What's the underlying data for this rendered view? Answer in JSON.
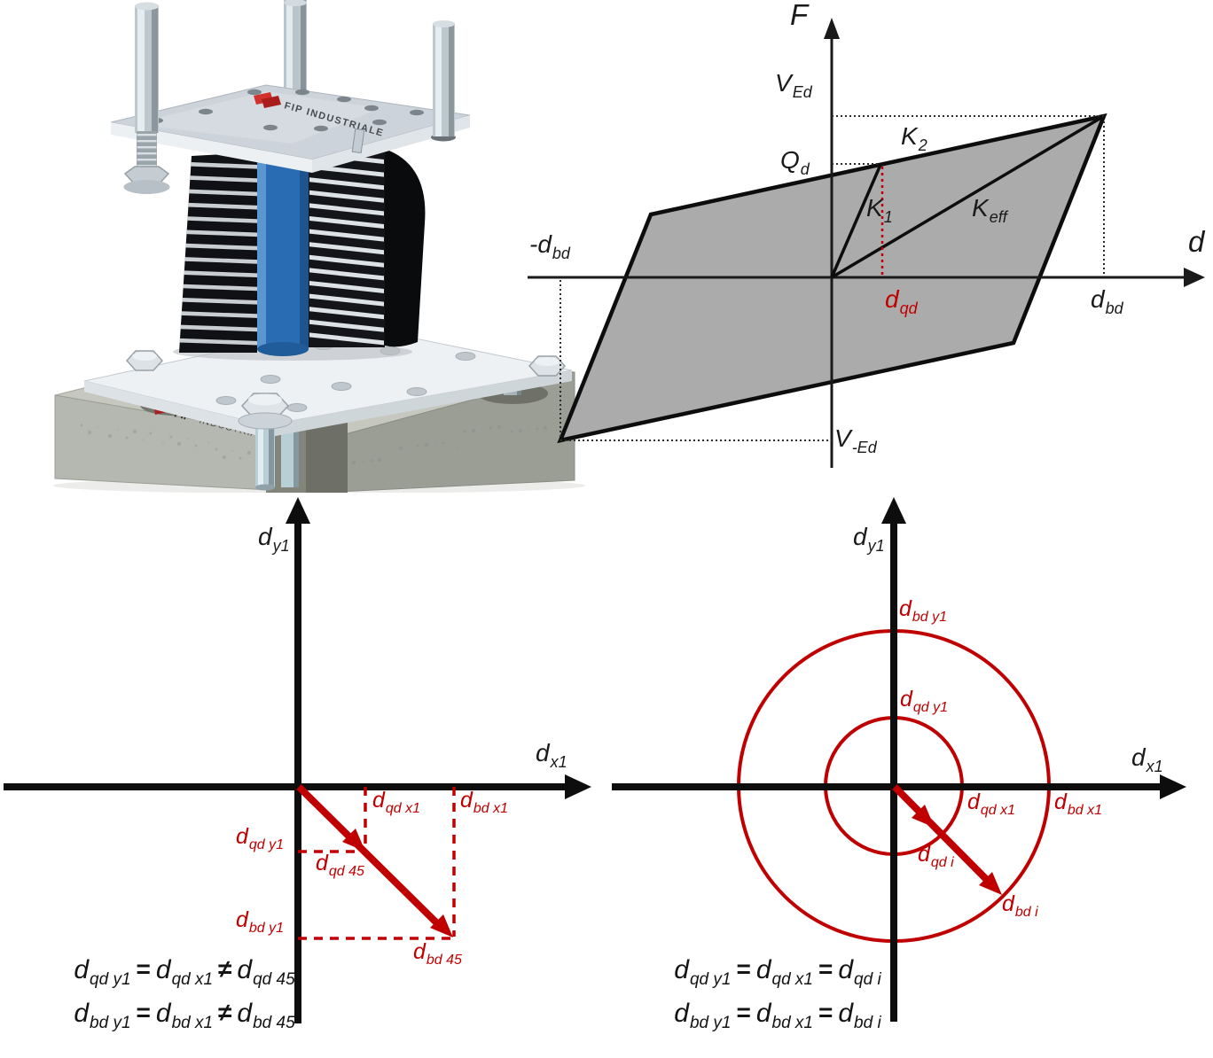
{
  "colors": {
    "accent_red": "#c00000",
    "loop_fill": "#ababab",
    "axis_black": "#1a1a1a",
    "lead_core_blue": "#2a6cb3",
    "concrete_gray": "#b5b8b0",
    "steel_plate_gray": "#ccd3da"
  },
  "device": {
    "plate_brand": "FIP INDUSTRIALE",
    "brand_bold": "FIP",
    "brand_rest": "INDUSTRIALE"
  },
  "hysteresis": {
    "labels": {
      "f_axis": {
        "main": "F"
      },
      "v_ed": {
        "main": "V",
        "sub": "Ed"
      },
      "q_d": {
        "main": "Q",
        "sub": "d"
      },
      "k2": {
        "main": "K",
        "sub": "2"
      },
      "k1": {
        "main": "K",
        "sub": "1"
      },
      "k_eff": {
        "main": "K",
        "sub": "eff"
      },
      "neg_d_bd": {
        "main": "-d",
        "sub": "bd"
      },
      "d_axis": {
        "main": "d"
      },
      "d_qd": {
        "main": "d",
        "sub": "qd"
      },
      "d_bd": {
        "main": "d",
        "sub": "bd"
      },
      "v_neg_ed": {
        "main": "V",
        "sub": "-Ed"
      }
    }
  },
  "plot45": {
    "labels": {
      "y_axis": {
        "main": "d",
        "sub": "y1"
      },
      "x_axis": {
        "main": "d",
        "sub": "x1"
      },
      "d_qd_x1": {
        "main": "d",
        "sub": "qd x1"
      },
      "d_bd_x1": {
        "main": "d",
        "sub": "bd x1"
      },
      "d_qd_y1": {
        "main": "d",
        "sub": "qd y1"
      },
      "d_qd_45": {
        "main": "d",
        "sub": "qd 45"
      },
      "d_bd_y1": {
        "main": "d",
        "sub": "bd y1"
      },
      "d_bd_45": {
        "main": "d",
        "sub": "bd 45"
      }
    },
    "equations": [
      {
        "a_main": "d",
        "a_sub": "qd y1",
        "op1": "=",
        "b_main": "d",
        "b_sub": "qd x1",
        "op2": "≠",
        "c_main": "d",
        "c_sub": "qd 45"
      },
      {
        "a_main": "d",
        "a_sub": "bd y1",
        "op1": "=",
        "b_main": "d",
        "b_sub": "bd x1",
        "op2": "≠",
        "c_main": "d",
        "c_sub": "bd 45"
      }
    ]
  },
  "plot_radial": {
    "labels": {
      "y_axis": {
        "main": "d",
        "sub": "y1"
      },
      "x_axis": {
        "main": "d",
        "sub": "x1"
      },
      "d_bd_y1": {
        "main": "d",
        "sub": "bd y1"
      },
      "d_qd_y1": {
        "main": "d",
        "sub": "qd y1"
      },
      "d_qd_x1": {
        "main": "d",
        "sub": "qd x1"
      },
      "d_bd_x1": {
        "main": "d",
        "sub": "bd x1"
      },
      "d_qd_i": {
        "main": "d",
        "sub": "qd i"
      },
      "d_bd_i": {
        "main": "d",
        "sub": "bd i"
      }
    },
    "equations": [
      {
        "a_main": "d",
        "a_sub": "qd y1",
        "op1": "=",
        "b_main": "d",
        "b_sub": "qd x1",
        "op2": "=",
        "c_main": "d",
        "c_sub": "qd i"
      },
      {
        "a_main": "d",
        "a_sub": "bd y1",
        "op1": "=",
        "b_main": "d",
        "b_sub": "bd x1",
        "op2": "=",
        "c_main": "d",
        "c_sub": "bd i"
      }
    ]
  }
}
